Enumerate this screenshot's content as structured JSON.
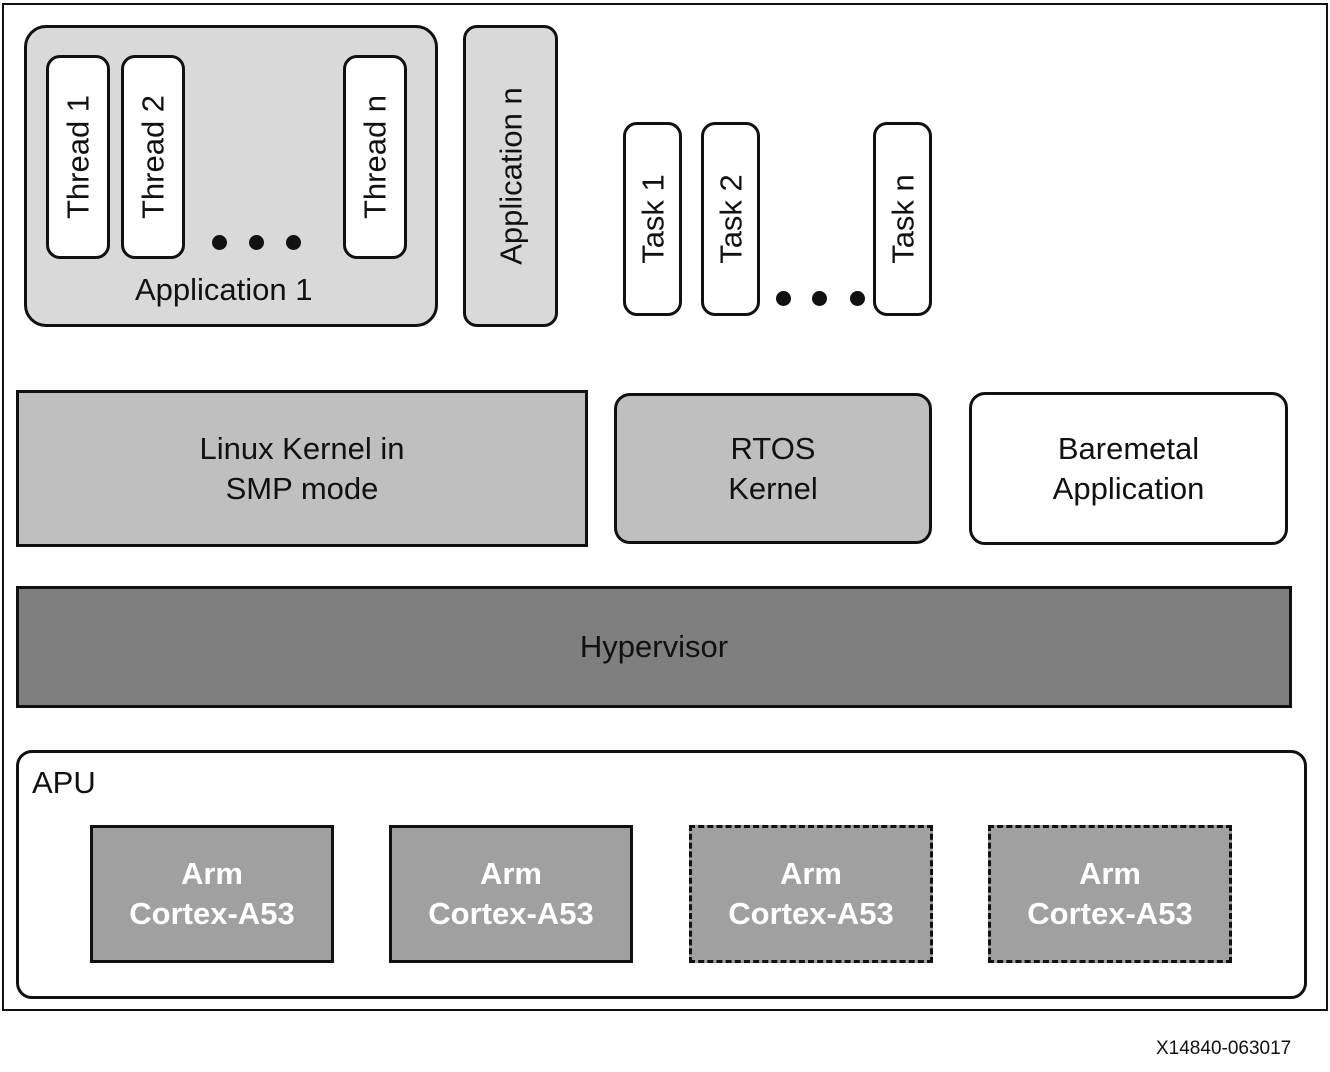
{
  "application1": {
    "label": "Application 1",
    "threads": [
      "Thread 1",
      "Thread 2",
      "Thread n"
    ]
  },
  "application_n": "Application n",
  "tasks": [
    "Task 1",
    "Task 2",
    "Task n"
  ],
  "linux_kernel": "Linux Kernel in\nSMP mode",
  "rtos_kernel": "RTOS\nKernel",
  "baremetal": "Baremetal\nApplication",
  "hypervisor": "Hypervisor",
  "apu": {
    "label": "APU",
    "cores": [
      "Arm\nCortex-A53",
      "Arm\nCortex-A53",
      "Arm\nCortex-A53",
      "Arm\nCortex-A53"
    ]
  },
  "figure_code": "X14840-063017",
  "colors": {
    "light_grey": "#d9d9d9",
    "mid_grey": "#bfbfbf",
    "dark_grey": "#7f7f7f",
    "core_grey": "#a0a0a0"
  }
}
